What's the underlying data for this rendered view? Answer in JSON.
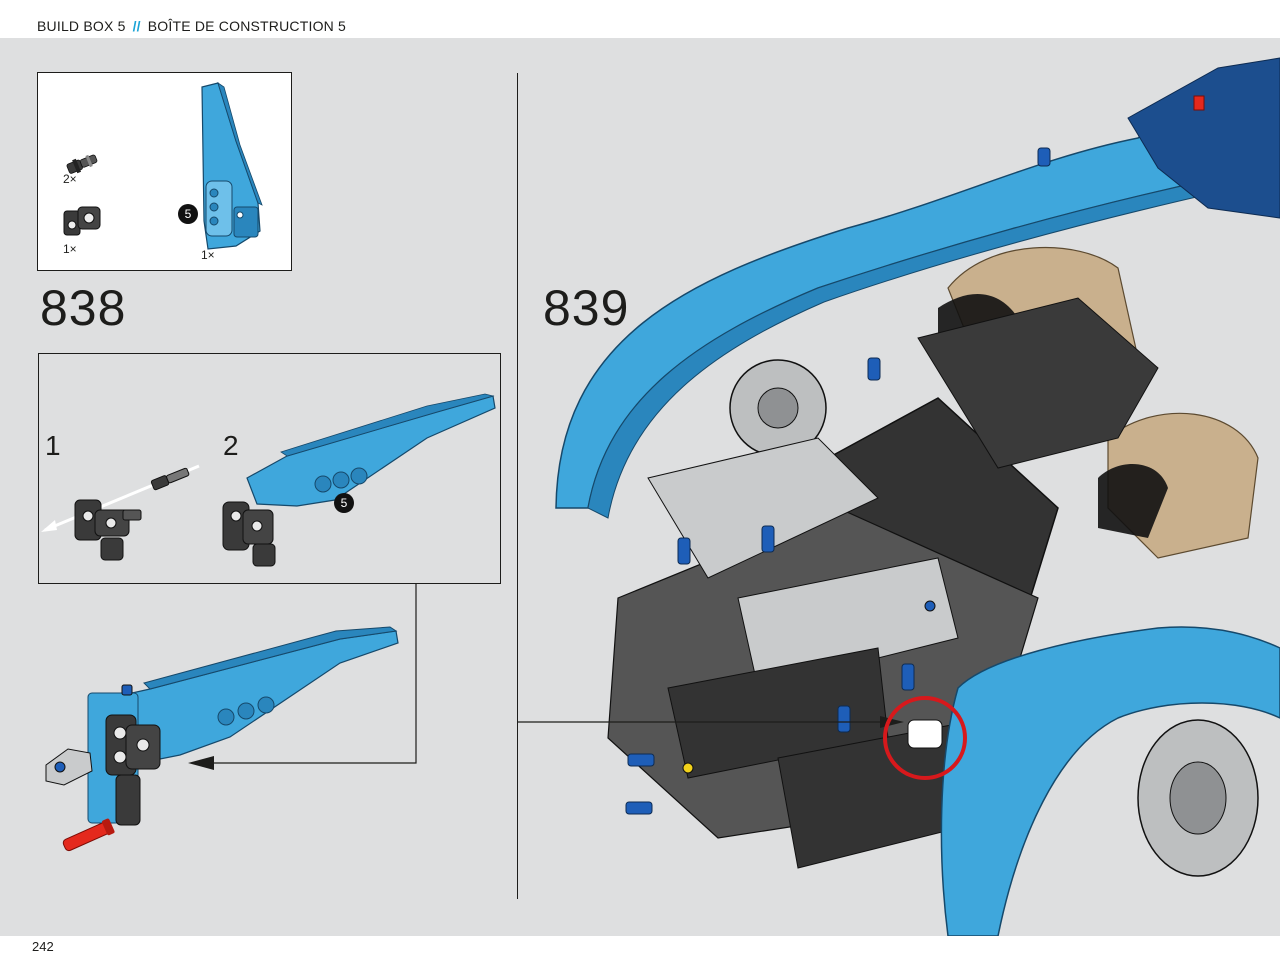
{
  "header": {
    "left": "BUILD BOX 5",
    "separator": "//",
    "right": "BOÎTE DE CONSTRUCTION 5"
  },
  "page_number": "242",
  "parts_list": [
    {
      "quantity": "2×",
      "part": "pin-connector"
    },
    {
      "quantity": "1×",
      "part": "black-pin-connector-block"
    },
    {
      "quantity": "1×",
      "part": "blue-panel-fairing",
      "callout": "5"
    }
  ],
  "steps": [
    {
      "number": "838",
      "substeps": [
        {
          "number": "1"
        },
        {
          "number": "2",
          "callout": "5"
        }
      ]
    },
    {
      "number": "839"
    }
  ],
  "colors": {
    "background": "#dedfe0",
    "azure": "#3fa7dc",
    "dark_azure": "#2a86bd",
    "black_part": "#333333",
    "light_gray": "#c9cbcc",
    "tan": "#c9b08d",
    "red_pin": "#e4291d",
    "blue_pin": "#1e5eb8",
    "callout_circle": "#d7191c",
    "accent": "#1aa3d6"
  }
}
